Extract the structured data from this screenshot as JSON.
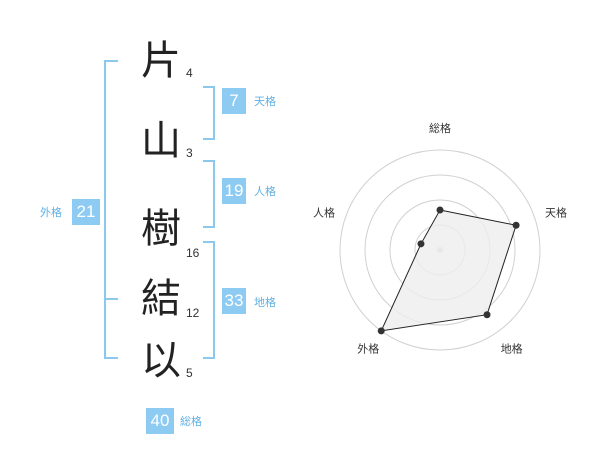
{
  "name": {
    "kanji": [
      {
        "char": "片",
        "strokes": "4"
      },
      {
        "char": "山",
        "strokes": "3"
      },
      {
        "char": "樹",
        "strokes": "16"
      },
      {
        "char": "結",
        "strokes": "12"
      },
      {
        "char": "以",
        "strokes": "5"
      }
    ]
  },
  "fortune": {
    "tenkaku": {
      "value": "7",
      "label": "天格"
    },
    "jinkaku": {
      "value": "19",
      "label": "人格"
    },
    "chikaku": {
      "value": "33",
      "label": "地格"
    },
    "gaikaku": {
      "value": "21",
      "label": "外格"
    },
    "soukaku": {
      "value": "40",
      "label": "総格"
    }
  },
  "colors": {
    "accent": "#8dcbf2",
    "bracket": "#8cc7ee",
    "label": "#5fb0e4",
    "radar_fill": "#eeeeee",
    "radar_stroke": "#222222"
  },
  "chart_data": {
    "type": "radar",
    "categories": [
      "総格",
      "天格",
      "地格",
      "外格",
      "人格"
    ],
    "values": [
      2,
      4,
      4,
      5,
      1
    ],
    "rlim": [
      0,
      5
    ],
    "rings": 4
  }
}
